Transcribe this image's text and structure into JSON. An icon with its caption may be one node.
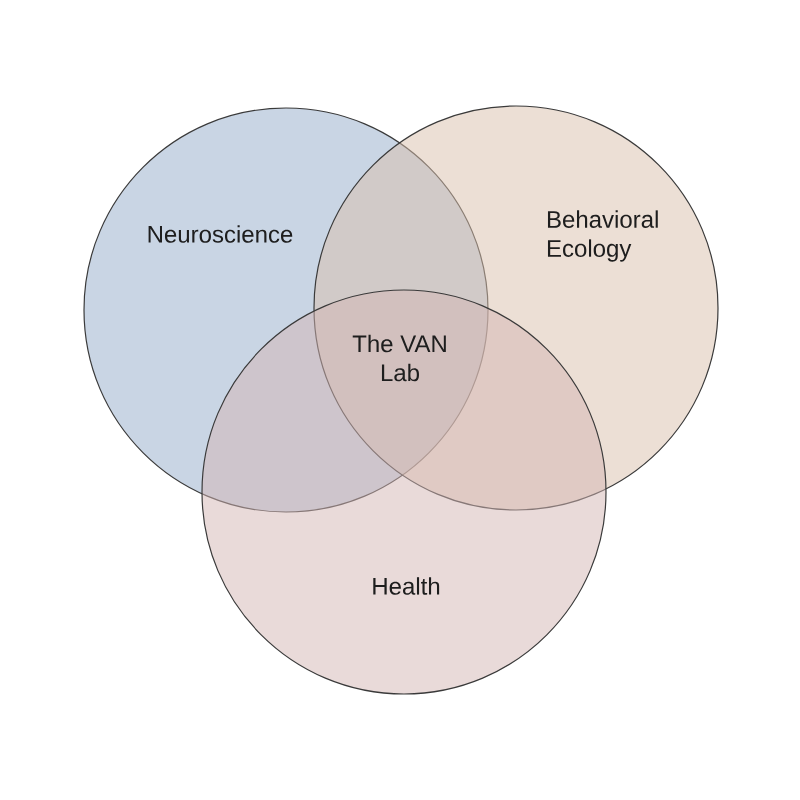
{
  "diagram": {
    "nodes": [
      {
        "text": [
          "Neuroscience"
        ]
      },
      {
        "text": [
          "Behavioral Ecology"
        ]
      },
      {
        "text": [
          "Health"
        ]
      }
    ],
    "labels": [
      "The VAN Lab"
    ]
  }
}
